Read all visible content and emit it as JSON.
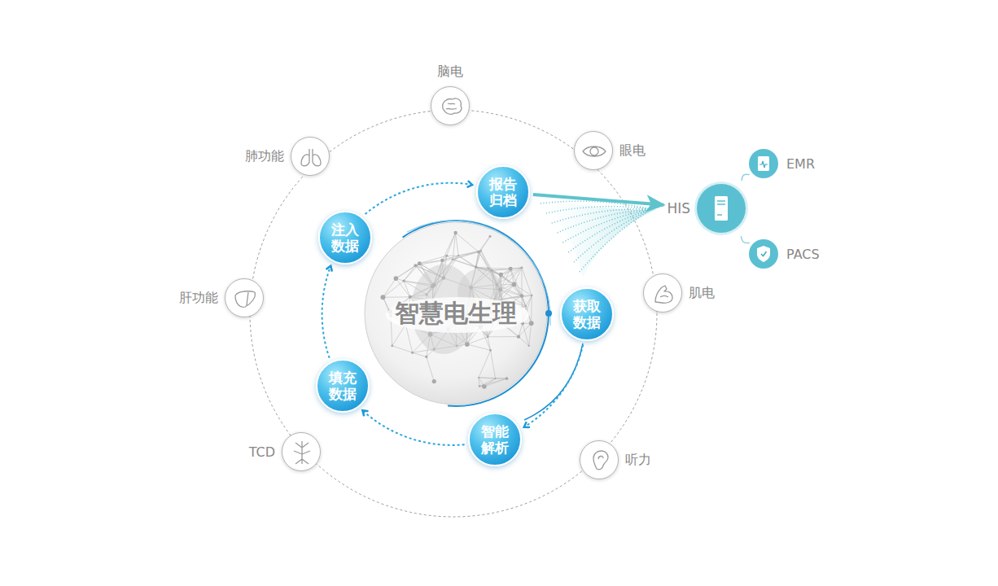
{
  "diagram": {
    "nodes": [
      {
        "text": [
          "智慧电生理"
        ]
      },
      {
        "text": [
          "报告归档"
        ]
      },
      {
        "text": [
          "获取数据"
        ]
      },
      {
        "text": [
          "智能解析"
        ]
      },
      {
        "text": [
          "填充数据"
        ]
      },
      {
        "text": [
          "注入数据"
        ]
      },
      {
        "text": [
          "脑电"
        ]
      },
      {
        "text": [
          "眼电"
        ]
      },
      {
        "text": [
          "肌电"
        ]
      },
      {
        "text": [
          "听力"
        ]
      },
      {
        "text": [
          "TCD"
        ]
      },
      {
        "text": [
          "肝功能"
        ]
      },
      {
        "text": [
          "肺功能"
        ]
      },
      {
        "text": [
          "HIS"
        ]
      },
      {
        "text": [
          "EMR"
        ]
      },
      {
        "text": [
          "PACS"
        ]
      }
    ],
    "edges": [
      {
        "from": 2,
        "to": 3,
        "arrow": "to"
      },
      {
        "from": 3,
        "to": 4,
        "arrow": "to"
      },
      {
        "from": 4,
        "to": 5,
        "arrow": "to"
      },
      {
        "from": 5,
        "to": 1,
        "arrow": "to"
      },
      {
        "from": 1,
        "to": 13,
        "arrow": "to"
      },
      {
        "from": 13,
        "to": 14,
        "arrow": "none"
      },
      {
        "from": 13,
        "to": 15,
        "arrow": "none"
      }
    ]
  }
}
